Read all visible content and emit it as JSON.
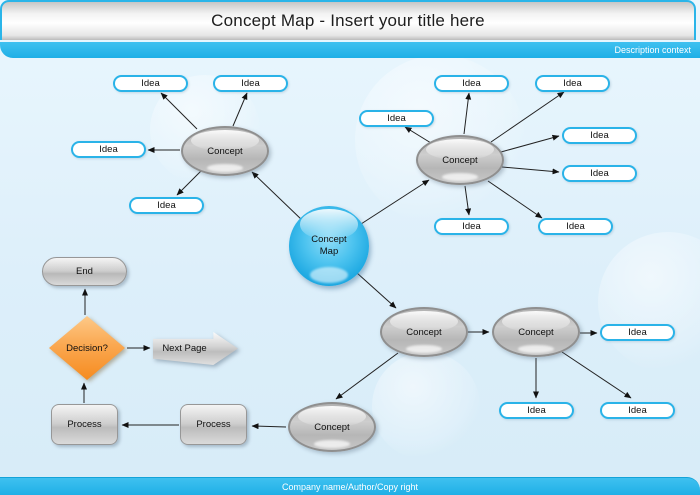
{
  "header": {
    "title": "Concept Map - Insert your title here"
  },
  "description_bar": {
    "label": "Description context"
  },
  "footer": {
    "label": "Company name/Author/Copy right"
  },
  "colors": {
    "accent_blue": "#2ab5e9",
    "canvas_blue": "#ddeffa",
    "idea_border": "#2ab3e8",
    "concept_gray": "#c2c2c2",
    "decision_orange": "#f68b1f",
    "center_sphere_blue": "#2fb4e9",
    "connector_black": "#1a1a1a"
  },
  "diagram": {
    "center_label": "Concept Map",
    "concept_labels": [
      "Concept",
      "Concept",
      "Concept",
      "Concept",
      "Concept"
    ],
    "idea_labels": [
      "Idea",
      "Idea",
      "Idea",
      "Idea",
      "Idea",
      "Idea",
      "Idea",
      "Idea",
      "Idea",
      "Idea",
      "Idea",
      "Idea",
      "Idea",
      "Idea"
    ],
    "flowchart": {
      "end": "End",
      "decision": "Decision?",
      "next_page": "Next Page",
      "process_left": "Process",
      "process_right": "Process"
    }
  }
}
